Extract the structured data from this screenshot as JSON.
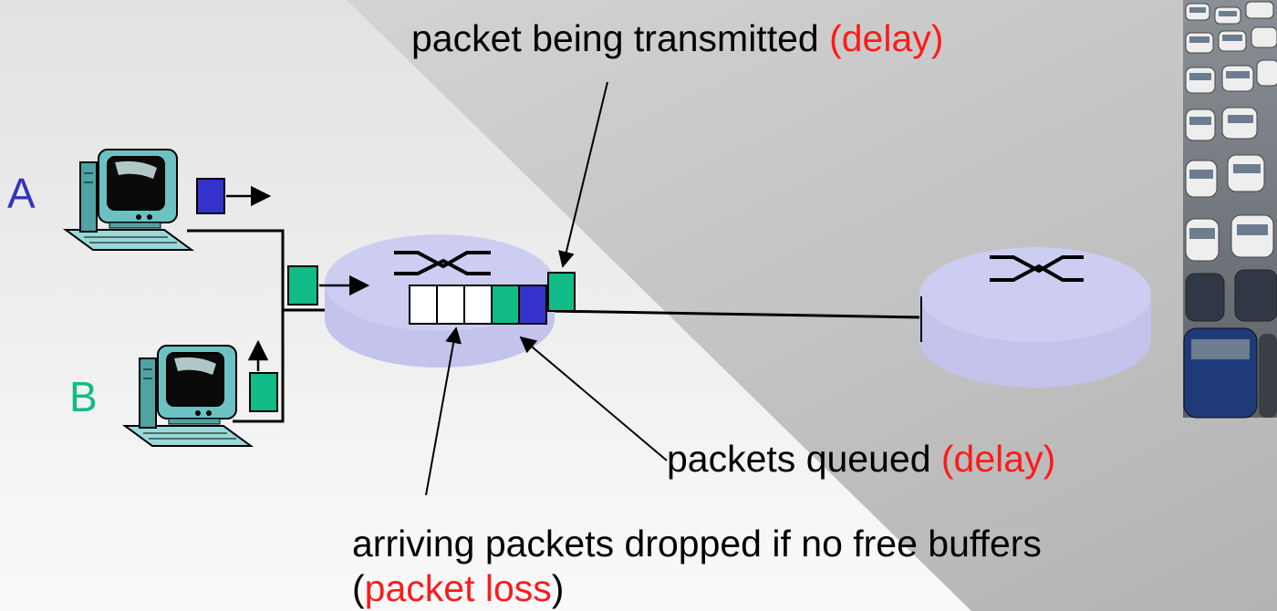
{
  "hosts": [
    {
      "letter": "A",
      "color": "#3333bb"
    },
    {
      "letter": "B",
      "color": "#11bb88"
    }
  ],
  "labels": {
    "transmitted_main": "packet being transmitted ",
    "transmitted_paren": "(delay)",
    "queued_main": "packets queued ",
    "queued_paren": "(delay)",
    "dropped_line1": "arriving packets dropped if no free buffers",
    "dropped_open": "(",
    "dropped_loss": "packet loss",
    "dropped_close": ")"
  },
  "colors": {
    "packet_blue": "#3333cc",
    "packet_green": "#11bb88",
    "router_fill": "#c9c9ef",
    "emphasis_red": "#ff1a1a"
  }
}
